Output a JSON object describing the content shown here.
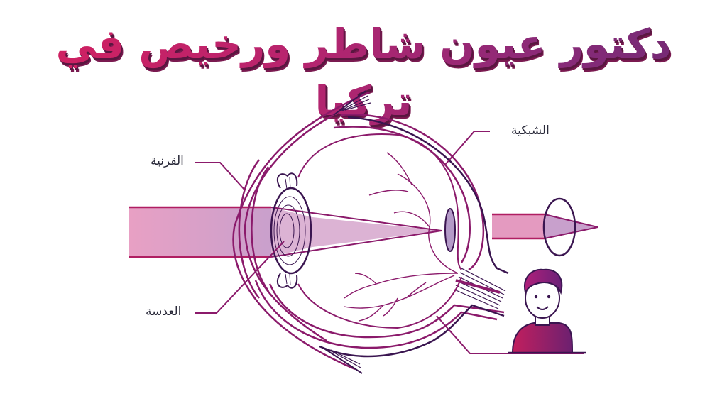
{
  "title": "دكتور عيون شاطر ورخيص في تركيا",
  "labels": {
    "cornea": "القرنية",
    "lens": "العدسة",
    "retina": "الشبكية"
  },
  "colors": {
    "title_start": "#d4205f",
    "title_end": "#6e2a74",
    "line_magenta": "#8b1a6b",
    "line_dark": "#3a1550",
    "beam_fill": "#e49ac0",
    "beam_edge": "#b01e62",
    "focus_fill": "#b49ac8"
  },
  "icons": {
    "person": "person-avatar-icon",
    "corrective_lens": "corrective-lens-icon"
  }
}
